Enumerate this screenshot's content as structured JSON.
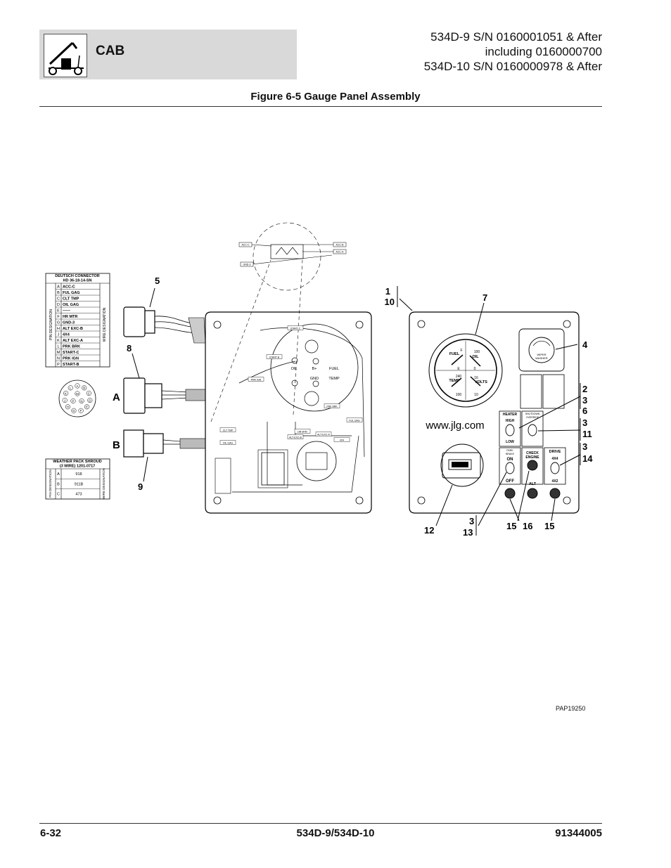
{
  "header": {
    "section": "CAB",
    "sn_lines": [
      "534D-9 S/N 0160001051 & After",
      "including 0160000700",
      "534D-10 S/N 0160000978 & After"
    ]
  },
  "figure_title": "Figure 6-5 Gauge Panel Assembly",
  "callouts": [
    "5",
    "8",
    "A",
    "B",
    "9",
    "1",
    "10",
    "7",
    "4",
    "2",
    "3",
    "6",
    "3",
    "11",
    "3",
    "14",
    "12",
    "3",
    "13",
    "15",
    "16",
    "15"
  ],
  "deutsch_table": {
    "title": "DEUTSCH CONNECTOR",
    "subtitle": "HD 36-18-14-SN",
    "left_label": "PIN DESIGNATION",
    "right_label": "WIRE DESIGNATION",
    "rows": [
      {
        "pin": "A",
        "wire": "ACC-C"
      },
      {
        "pin": "B",
        "wire": "FUL GAG"
      },
      {
        "pin": "C",
        "wire": "CLT TMP"
      },
      {
        "pin": "D",
        "wire": "OIL GAG"
      },
      {
        "pin": "E",
        "wire": "——"
      },
      {
        "pin": "F",
        "wire": "HR MTR"
      },
      {
        "pin": "G",
        "wire": "GND-3"
      },
      {
        "pin": "H",
        "wire": "ALT EXC-B"
      },
      {
        "pin": "J",
        "wire": "4X4"
      },
      {
        "pin": "K",
        "wire": "ALT EXC-A"
      },
      {
        "pin": "L",
        "wire": "PRK BRK"
      },
      {
        "pin": "M",
        "wire": "START-C"
      },
      {
        "pin": "N",
        "wire": "PRK IGN"
      },
      {
        "pin": "P",
        "wire": "START-B"
      }
    ]
  },
  "weather_table": {
    "title": "WEATHER PACK SHROUD",
    "subtitle": "(3 WIRE) 1201-0717",
    "left_label": "PIN DESIGNATION",
    "right_label": "WIRE DESIGNATION",
    "rows": [
      {
        "pin": "A",
        "wire": "918"
      },
      {
        "pin": "B",
        "wire": "911B"
      },
      {
        "pin": "C",
        "wire": "473"
      }
    ]
  },
  "connector_pins": [
    "A",
    "B",
    "C",
    "D",
    "E",
    "F",
    "G",
    "H",
    "J",
    "K",
    "L",
    "M",
    "N",
    "P"
  ],
  "back_panel": {
    "gauge_labels": [
      "OIL",
      "B+",
      "FUEL",
      "GND",
      "TEMP"
    ],
    "wire_tags": [
      "ACC-C",
      "ACC-B",
      "ACC-A",
      "GND-3",
      "START-C",
      "START-B",
      "PRK IGN",
      "PRK BRK",
      "HR MTR",
      "ALT EXC-A",
      "ALT EXC-B",
      "4X4",
      "FUL GAG",
      "OIL GAG",
      "CLT TMP"
    ]
  },
  "front_panel": {
    "gauge_fuel": "FUEL",
    "gauge_f": "F",
    "gauge_e": "E",
    "gauge_oil": "OIL",
    "gauge_100": "100",
    "gauge_0": "0",
    "gauge_240": "240",
    "gauge_temp": "TEMP",
    "gauge_16": "16",
    "gauge_volts": "VOLTS",
    "gauge_100b": "100",
    "gauge_10": "10",
    "website": "www.jlg.com",
    "wiper": [
      "WIPER",
      "WASHER"
    ],
    "heater": "HEATER",
    "high": "HIGH",
    "low": "LOW",
    "shutdown": [
      "SHUTDOWN",
      "OVERRIDE"
    ],
    "park": [
      "PARK",
      "BRAKE"
    ],
    "on": "ON",
    "off": "OFF",
    "check": [
      "CHECK",
      "ENGINE"
    ],
    "drive": "DRIVE",
    "x4": "4X4",
    "x2": "4X2",
    "alt": "ALT"
  },
  "drawing_code": "PAP19250",
  "footer": {
    "page": "6-32",
    "model": "534D-9/534D-10",
    "doc": "91344005"
  }
}
